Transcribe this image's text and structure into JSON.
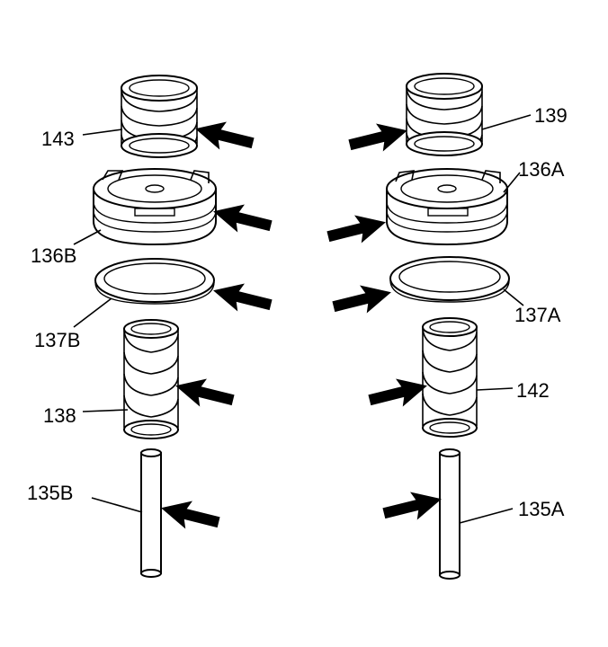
{
  "labels": {
    "l143": "143",
    "l139": "139",
    "l136A": "136A",
    "l136B": "136B",
    "l137B": "137B",
    "l137A": "137A",
    "l138": "138",
    "l142": "142",
    "l135B": "135B",
    "l135A": "135A"
  },
  "icons": {
    "arrow": "arrow-icon"
  }
}
